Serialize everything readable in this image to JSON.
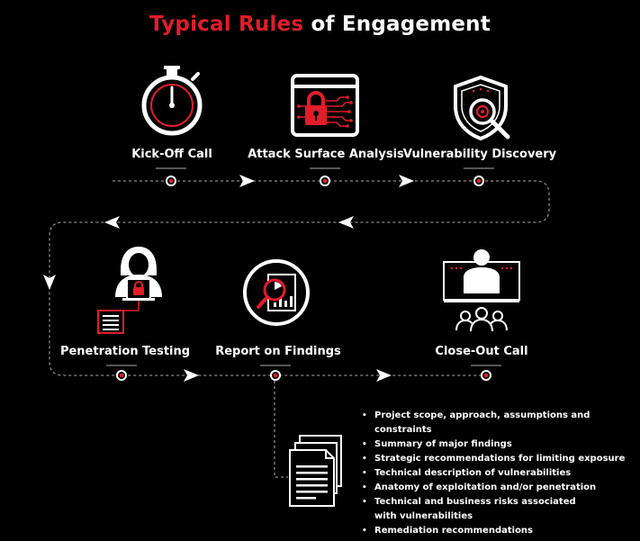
{
  "title": {
    "highlight": "Typical Rules",
    "rest": " of Engagement"
  },
  "colors": {
    "accent": "#e11d2a",
    "background": "#000000",
    "text": "#ffffff",
    "connector": "#8a8a8a"
  },
  "steps": [
    {
      "label": "Kick-Off Call",
      "icon": "stopwatch-icon"
    },
    {
      "label": "Attack Surface Analysis",
      "icon": "circuit-lock-icon"
    },
    {
      "label": "Vulnerability Discovery",
      "icon": "shield-magnifier-icon"
    },
    {
      "label": "Penetration Testing",
      "icon": "hooded-hacker-icon"
    },
    {
      "label": "Report on Findings",
      "icon": "report-magnifier-icon"
    },
    {
      "label": "Close-Out Call",
      "icon": "video-conference-icon"
    }
  ],
  "report": {
    "icon": "documents-icon",
    "items": [
      "Project scope, approach, assumptions and constraints",
      "Summary of major findings",
      "Strategic recommendations for limiting exposure",
      "Technical description of vulnerabilities",
      "Anatomy of exploitation and/or penetration",
      "Technical and business risks associated with vulnerabilities",
      "Remediation recommendations"
    ]
  }
}
